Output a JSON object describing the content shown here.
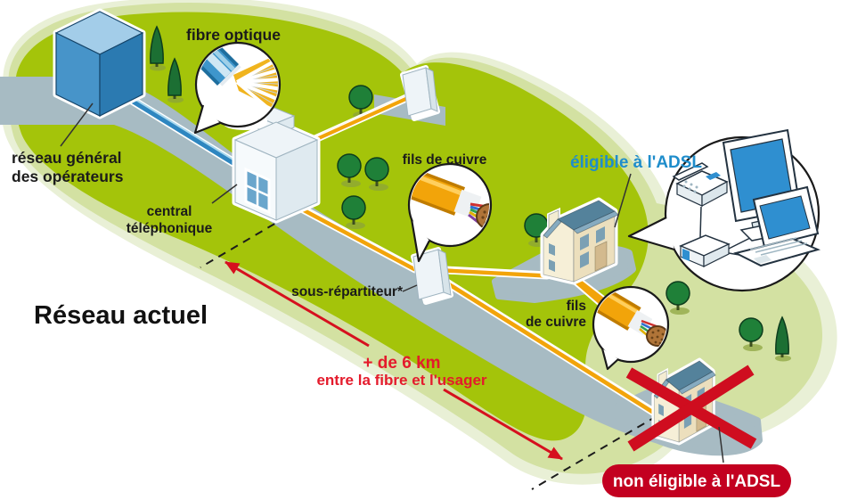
{
  "title": "Réseau actuel",
  "labels": {
    "operators_network": {
      "line1": "réseau général",
      "line2": "des opérateurs"
    },
    "fiber_optic": "fibre optique",
    "telephone_exchange": {
      "line1": "central",
      "line2": "téléphonique"
    },
    "sub_distributor": "sous-répartiteur*",
    "copper_wires_1": "fils de cuivre",
    "copper_wires_2": {
      "line1": "fils",
      "line2": "de cuivre"
    },
    "adsl_eligible": "éligible à l'ADSL",
    "adsl_not_eligible": "non éligible à l'ADSL"
  },
  "distance_annotation": {
    "line1": "+ de 6 km",
    "line2": "entre la fibre et l'usager"
  },
  "colors": {
    "green_dark": "#a4c40a",
    "green_mid": "#d3e1a2",
    "green_light": "#e9f0d6",
    "road_gray": "#a7bbc3",
    "cable_orange": "#f2a40a",
    "cable_blue": "#2e86c0",
    "adsl_blue": "#1f8dcb",
    "red_text": "#e41b2c",
    "red_cross": "#cf0d1f",
    "badge_red": "#c30020",
    "ink": "#1b1b1b"
  }
}
